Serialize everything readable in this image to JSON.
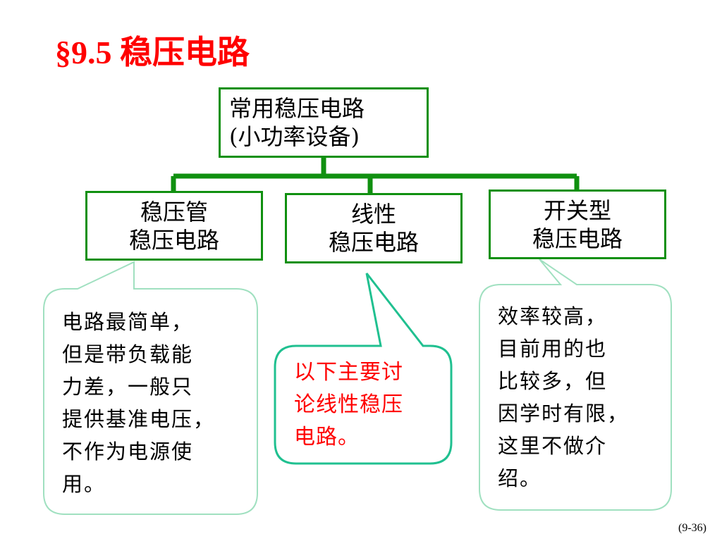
{
  "title": "§9.5  稳压电路",
  "root": {
    "line1": "常用稳压电路",
    "line2": "(小功率设备)"
  },
  "categories": [
    {
      "line1": "稳压管",
      "line2": "稳压电路"
    },
    {
      "line1": "线性",
      "line2": "稳压电路"
    },
    {
      "line1": "开关型",
      "line2": "稳压电路"
    }
  ],
  "notes": [
    {
      "lines": [
        "电路最简单，",
        "但是带负载能",
        "力差，一般只",
        "提供基准电压，",
        "不作为电源使",
        "用。"
      ]
    },
    {
      "lines": [
        "以下主要讨",
        "论线性稳压",
        "电路。"
      ]
    },
    {
      "lines": [
        "效率较高，",
        "目前用的也",
        "比较多，但",
        "因学时有限，",
        "这里不做介",
        "绍。"
      ]
    }
  ],
  "page_number": "(9-36)",
  "colors": {
    "title": "#ff0000",
    "box_border": "#109010",
    "callout_border_plain": "#a0e0c0",
    "callout_border_accent": "#20c090",
    "highlight_text": "#ff0000"
  }
}
